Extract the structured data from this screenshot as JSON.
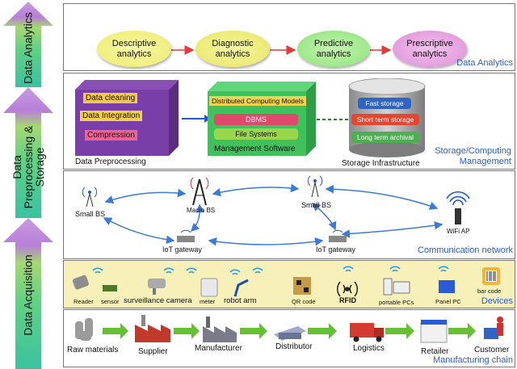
{
  "stages": [
    {
      "label": "Data Analytics"
    },
    {
      "label": "Data Preprocessing & Storage"
    },
    {
      "label": "Data Acquisition"
    }
  ],
  "analytics": {
    "nodes": [
      "Descriptive analytics",
      "Diagnostic analytics",
      "Predictive analytics",
      "Prescriptive analytics"
    ],
    "caption": "Data Analytics"
  },
  "storage": {
    "preprocessing": {
      "items": [
        "Data cleaning",
        "Data Integration",
        "Compression"
      ],
      "caption": "Data Preprocessing"
    },
    "management": {
      "items": [
        "Distributed Computing Models",
        "DBMS",
        "File Systems"
      ],
      "caption": "Management Software"
    },
    "infrastructure": {
      "items": [
        "Fast storage",
        "Short term storage",
        "Long term archival"
      ],
      "caption": "Storage Infrastructure"
    },
    "caption_line1": "Storage/Computing",
    "caption_line2": "Management"
  },
  "communication": {
    "small_bs_left": "Small BS",
    "macro_bs": "Macro BS",
    "small_bs_right": "Small BS",
    "wifi_ap": "WiFi AP",
    "iot_gateway_left": "IoT gateway",
    "iot_gateway_right": "IoT gateway",
    "caption": "Communication network"
  },
  "devices": {
    "items": [
      "Reader",
      "sensor",
      "surveillance camera",
      "meter",
      "robot arm",
      "QR code",
      "RFID",
      "portable PCs",
      "Panel PC",
      "bar code"
    ],
    "caption": "Devices"
  },
  "chain": {
    "items": [
      "Raw materials",
      "Supplier",
      "Manufacturer",
      "Distributor",
      "Logistics",
      "Retailer",
      "Customer"
    ],
    "caption": "Manufacturing chain"
  },
  "colors": {
    "stage_green": "#3fc46a",
    "stage_purple": "#b36ad1",
    "line_blue": "#3a7bd5",
    "arrow_red": "#e53935",
    "chain_green": "#63c132"
  }
}
